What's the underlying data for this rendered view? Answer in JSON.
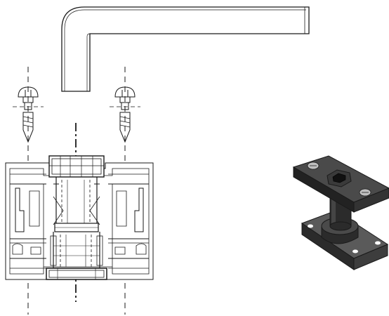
{
  "figure": {
    "components": [
      "handle-lever",
      "screw-left",
      "screw-right",
      "frame-profile-section",
      "spindle-coupling-assembly",
      "coupling-block-3d"
    ],
    "colors": {
      "line": "#1a1a1a",
      "background": "#ffffff",
      "part_dark": "#2b2b2b",
      "part_mid": "#3d3d3d",
      "part_light": "#5a5a5a",
      "screw_metal": "#bfbfbf"
    }
  }
}
